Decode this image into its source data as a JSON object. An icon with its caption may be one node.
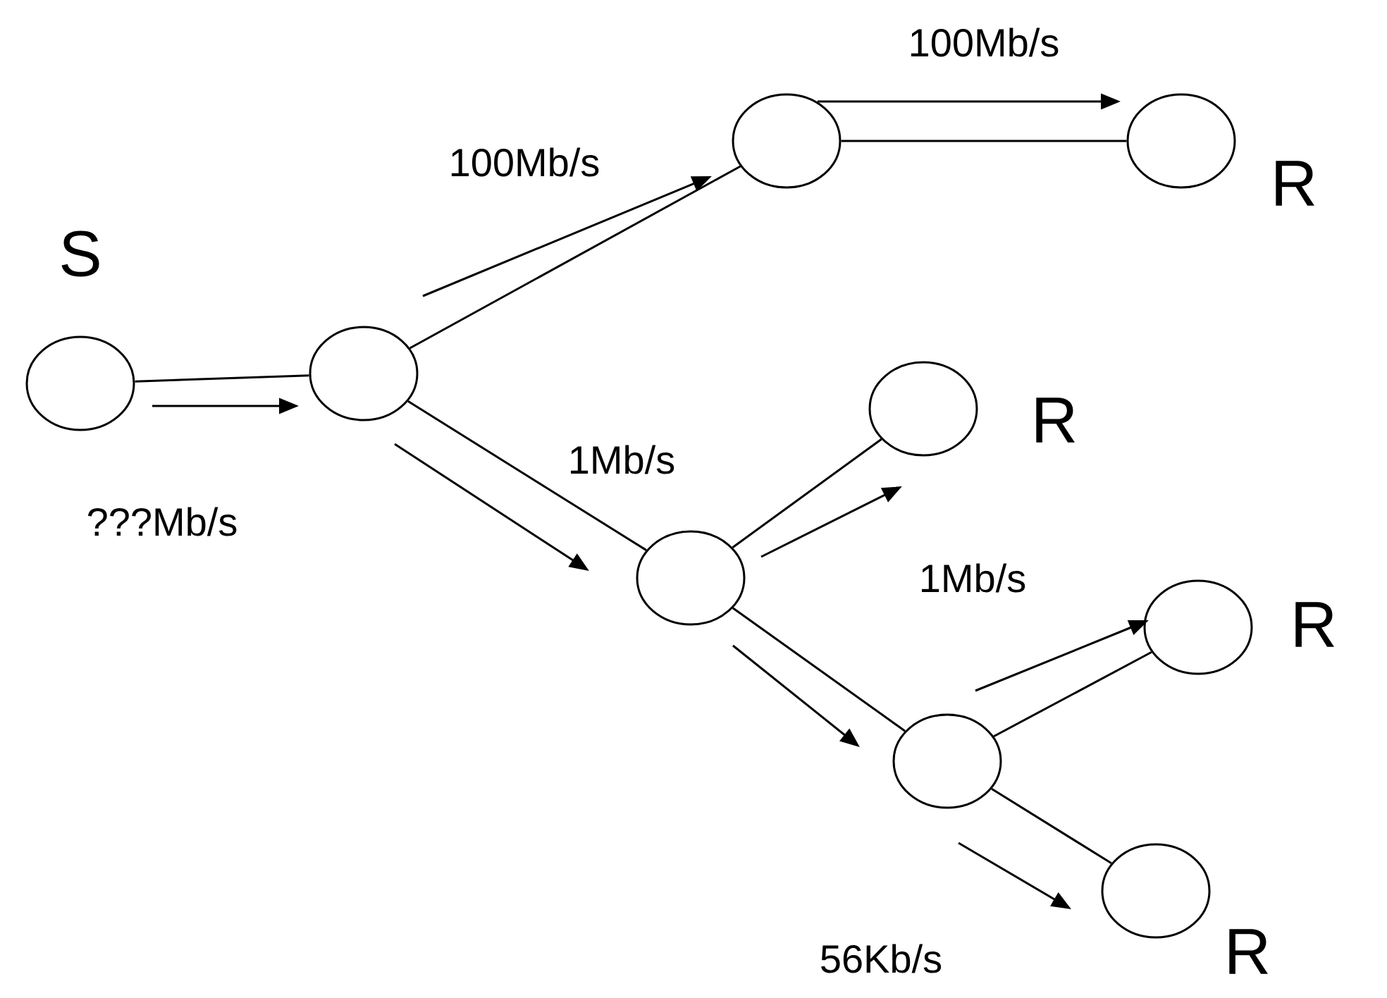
{
  "diagram": {
    "nodes": [
      {
        "text": [],
        "shape": "circle",
        "beside": [
          "S"
        ]
      },
      {
        "text": [],
        "shape": "circle"
      },
      {
        "text": [],
        "shape": "circle"
      },
      {
        "text": [],
        "shape": "circle",
        "beside": [
          "R"
        ]
      },
      {
        "text": [],
        "shape": "circle",
        "beside": [
          "R"
        ]
      },
      {
        "text": [],
        "shape": "circle"
      },
      {
        "text": [],
        "shape": "circle",
        "beside": [
          "R"
        ]
      },
      {
        "text": [],
        "shape": "circle"
      },
      {
        "text": [],
        "shape": "circle",
        "beside": [
          "R"
        ]
      }
    ],
    "edges": [
      {
        "from": 0,
        "to": 1,
        "arrow": "none",
        "label": "???Mb/s"
      },
      {
        "from": 1,
        "to": 2,
        "arrow": "none",
        "label": "100Mb/s"
      },
      {
        "from": 2,
        "to": 3,
        "arrow": "none",
        "label": "100Mb/s"
      },
      {
        "from": 1,
        "to": 5,
        "arrow": "none",
        "label": "1Mb/s"
      },
      {
        "from": 5,
        "to": 4,
        "arrow": "none"
      },
      {
        "from": 5,
        "to": 7,
        "arrow": "none"
      },
      {
        "from": 7,
        "to": 6,
        "arrow": "none",
        "label": "1Mb/s"
      },
      {
        "from": 7,
        "to": 8,
        "arrow": "none",
        "label": "56Kb/s"
      }
    ]
  }
}
